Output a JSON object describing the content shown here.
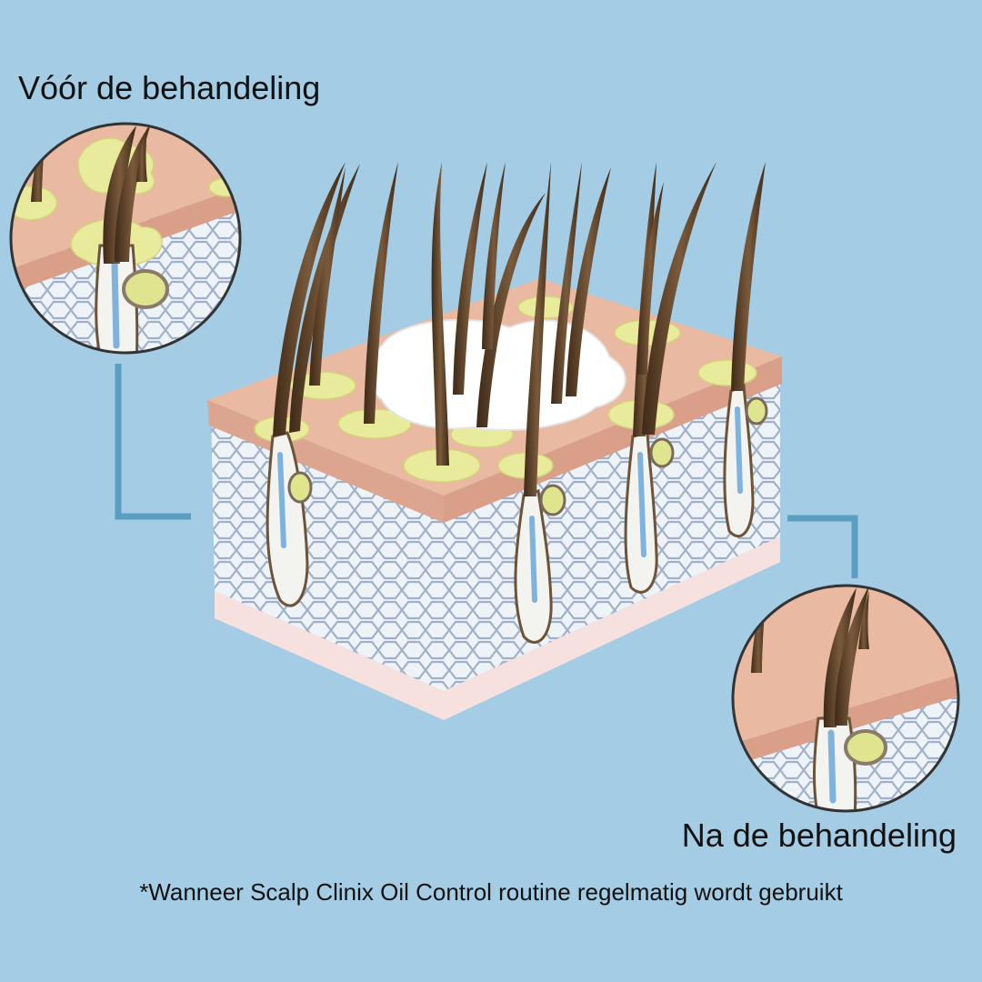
{
  "labels": {
    "before": "Vóór de behandeling",
    "after": "Na de behandeling",
    "footnote": "*Wanneer Scalp Clinix Oil Control routine regelmatig wordt gebruikt"
  },
  "colors": {
    "background": "#a4cde5",
    "connector": "#5a9fc2",
    "skin": "#e9b9a1",
    "sebum": "#e9eb9c",
    "hair": "#5b4029",
    "foam": "#ffffff"
  }
}
